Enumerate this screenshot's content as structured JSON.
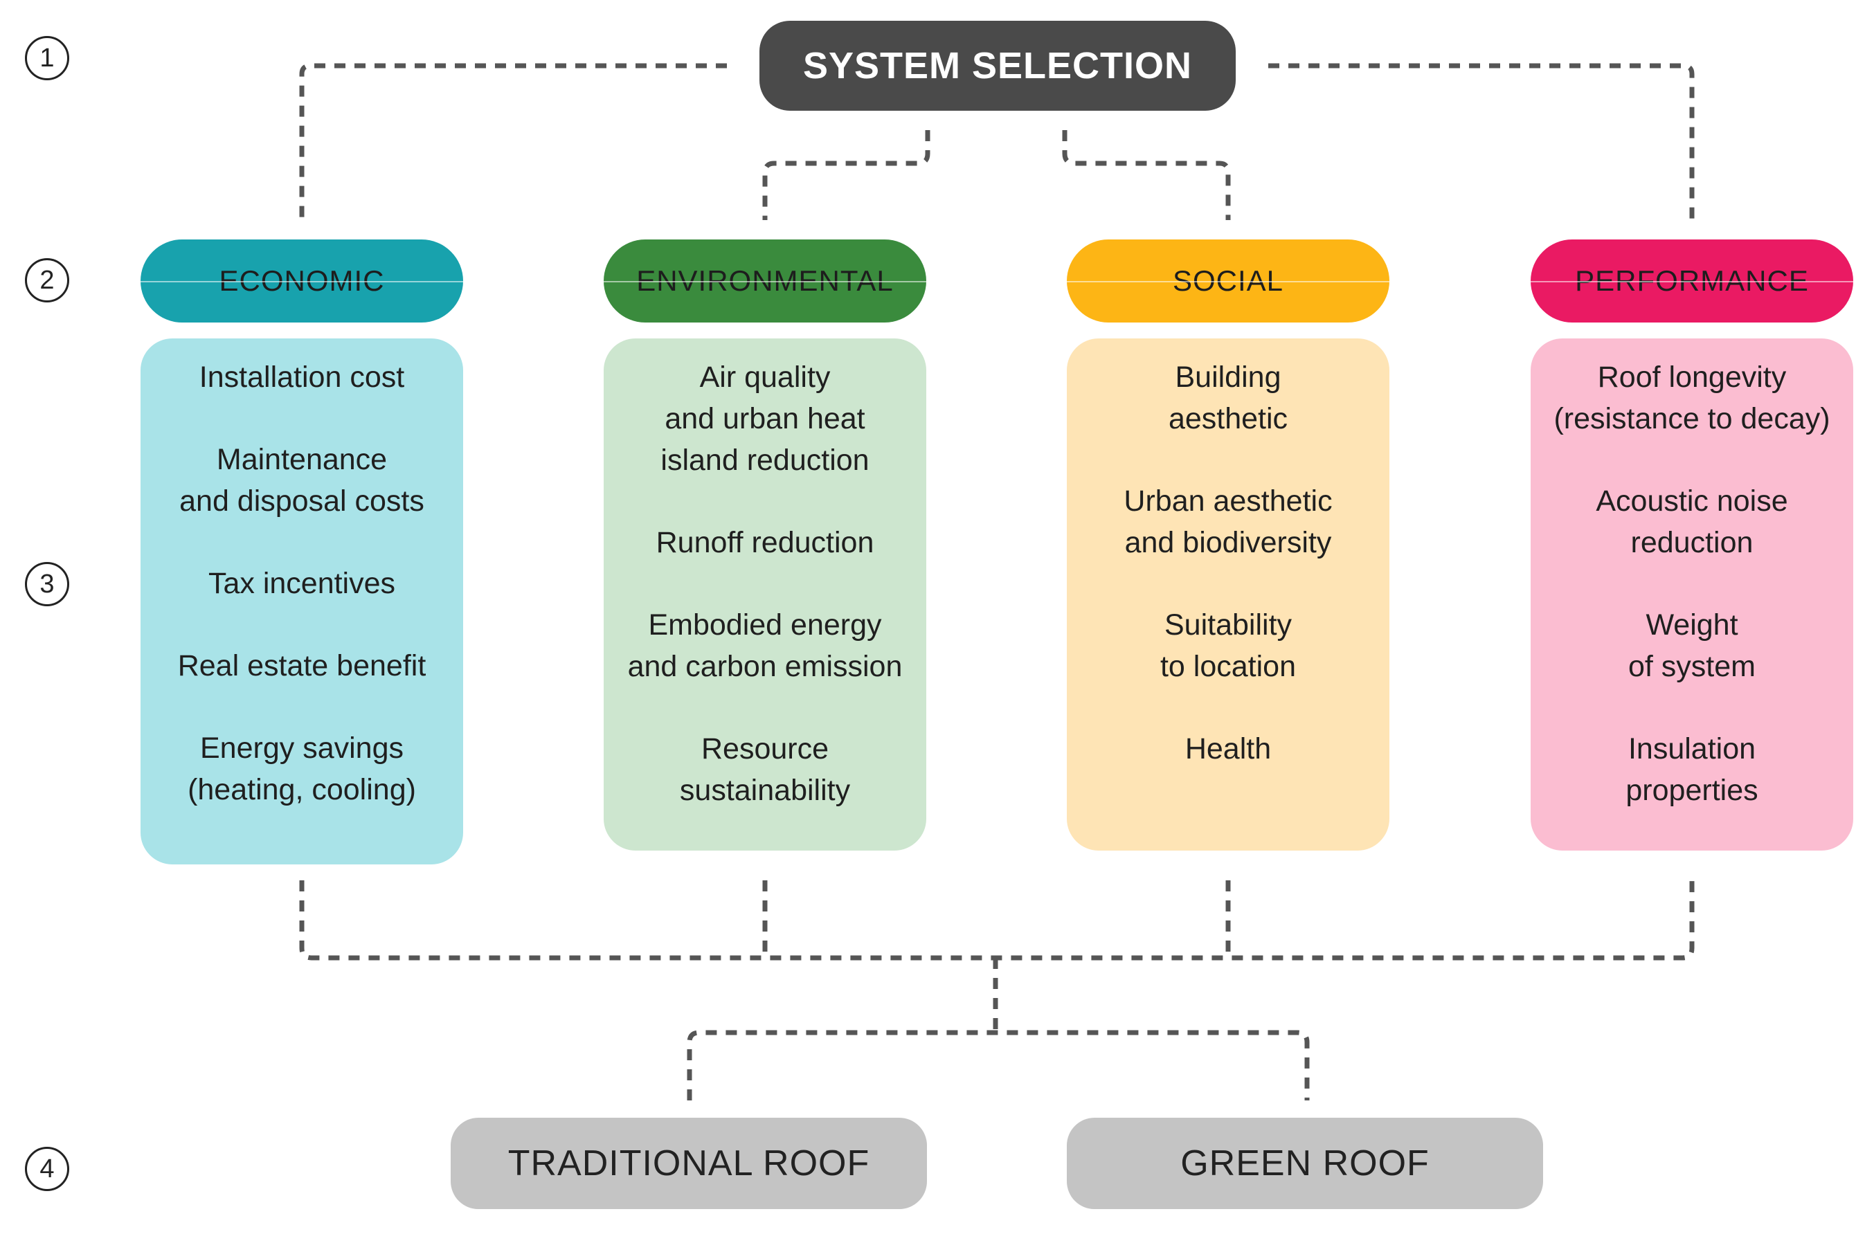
{
  "steps": [
    "1",
    "2",
    "3",
    "4"
  ],
  "top_node": {
    "label": "SYSTEM SELECTION",
    "color": "#4a4a4a"
  },
  "categories": [
    {
      "name": "ECONOMIC",
      "header_color": "#18a2ad",
      "box_color": "#a9e3e8",
      "items": [
        "Installation cost",
        "Maintenance\nand disposal costs",
        "Tax incentives",
        "Real estate benefit",
        "Energy savings\n(heating, cooling)"
      ]
    },
    {
      "name": "ENVIRONMENTAL",
      "header_color": "#3a8b3d",
      "box_color": "#cde6cf",
      "items": [
        "Air quality\nand urban heat\nisland reduction",
        "Runoff reduction",
        "Embodied energy\nand carbon emission",
        "Resource\nsustainability"
      ]
    },
    {
      "name": "SOCIAL",
      "header_color": "#fdb515",
      "box_color": "#fee4b5",
      "items": [
        "Building\naesthetic",
        "Urban aesthetic\nand biodiversity",
        "Suitability\nto location",
        "Health"
      ]
    },
    {
      "name": "PERFORMANCE",
      "header_color": "#ea1a63",
      "box_color": "#fbbdd1",
      "items": [
        "Roof longevity\n(resistance to decay)",
        "Acoustic noise\nreduction",
        "Weight\nof system",
        "Insulation\nproperties"
      ]
    }
  ],
  "outcomes": [
    "TRADITIONAL ROOF",
    "GREEN ROOF"
  ]
}
